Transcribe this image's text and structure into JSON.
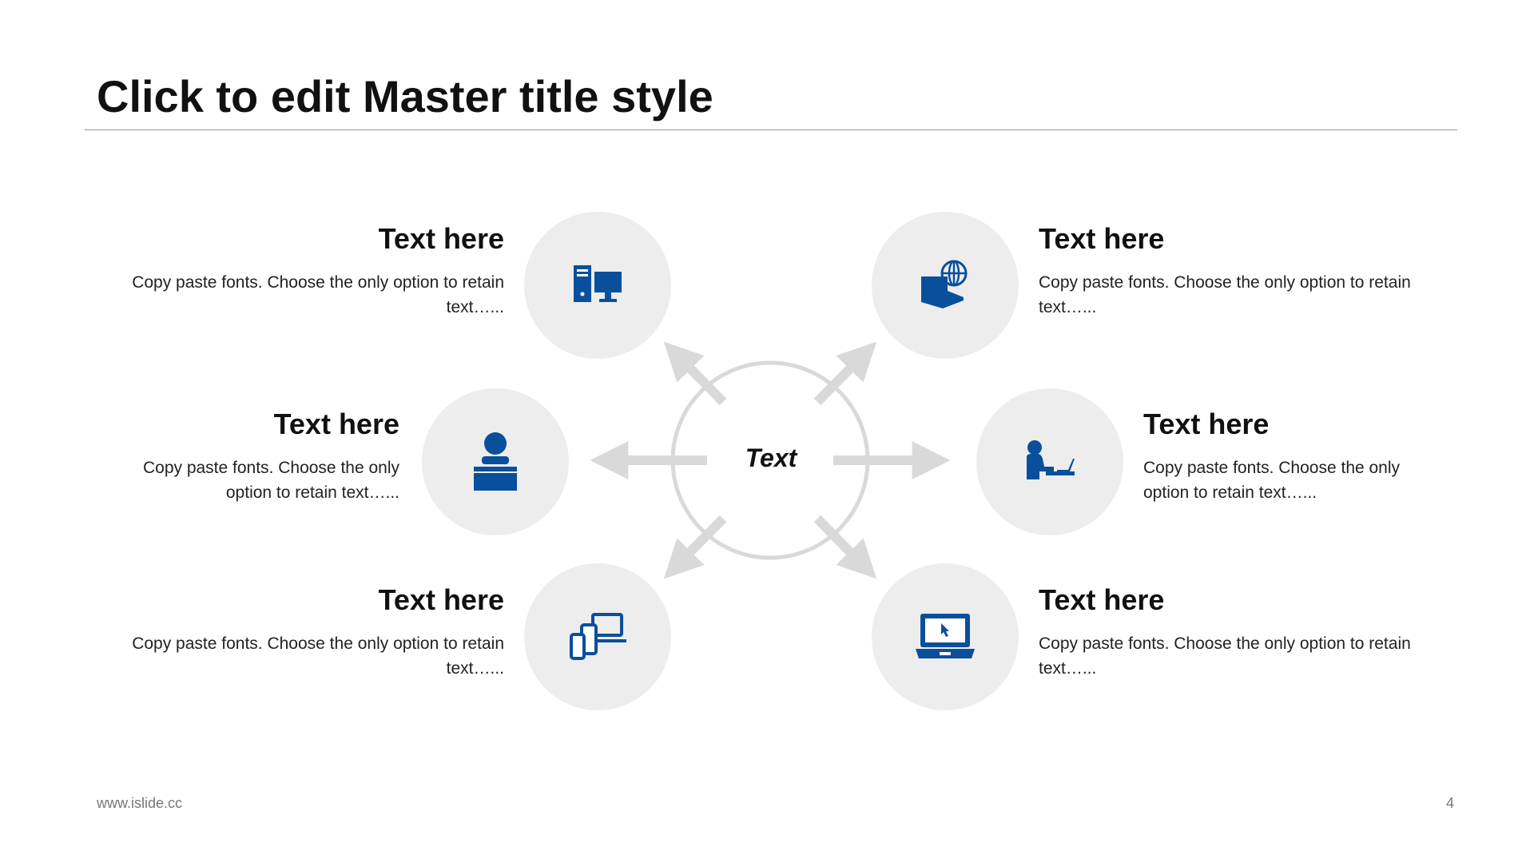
{
  "slide": {
    "title": "Click to edit Master title style",
    "footer_url": "www.islide.cc",
    "page_number": "4"
  },
  "diagram": {
    "center_label": "Text",
    "nodes": [
      {
        "heading": "Text here",
        "body": "Copy paste fonts. Choose the only option to retain text…...",
        "icon": "desktop-computer-icon"
      },
      {
        "heading": "Text here",
        "body": "Copy paste fonts. Choose the only option to retain text…...",
        "icon": "globe-laptop-icon"
      },
      {
        "heading": "Text here",
        "body": "Copy paste fonts. Choose the only option to retain text…...",
        "icon": "user-at-laptop-icon"
      },
      {
        "heading": "Text here",
        "body": "Copy paste fonts. Choose the only option to retain text…...",
        "icon": "person-at-desk-icon"
      },
      {
        "heading": "Text here",
        "body": "Copy paste fonts. Choose the only option to retain text…...",
        "icon": "multi-device-icon"
      },
      {
        "heading": "Text here",
        "body": "Copy paste fonts. Choose the only option to retain text…...",
        "icon": "laptop-cursor-icon"
      }
    ]
  },
  "colors": {
    "icon": "#0a4f9c",
    "circle_fill": "#ededed",
    "arrow": "#d9d9d9",
    "ring": "#d9d9d9",
    "title_rule": "#9a9a9a"
  }
}
